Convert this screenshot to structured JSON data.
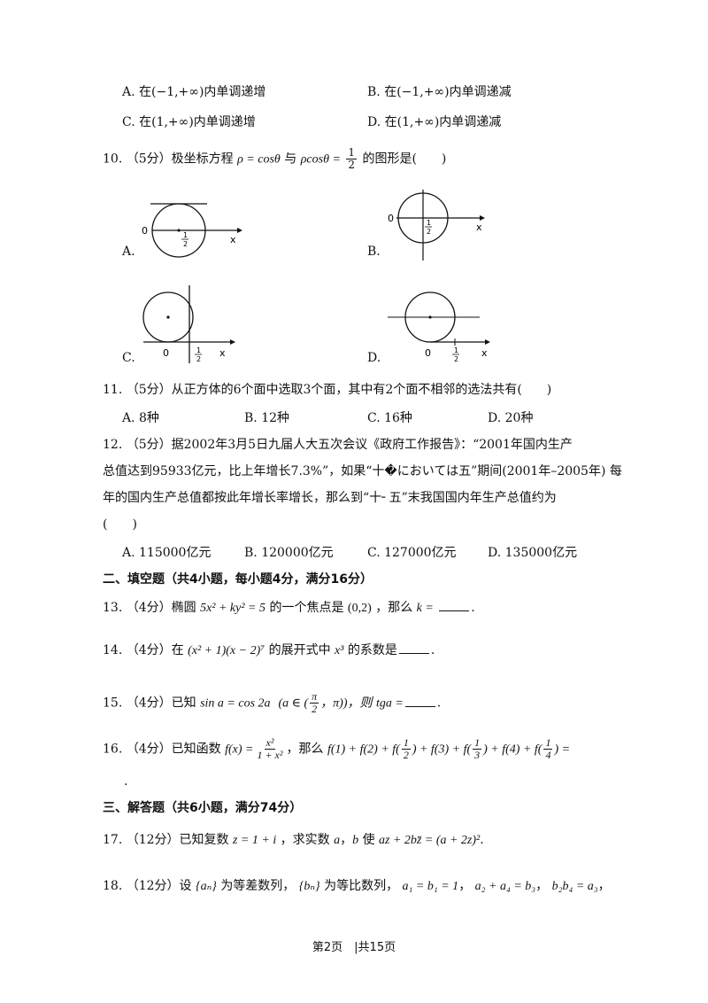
{
  "q9": {
    "optA": "A. 在(−1,+∞)内单调递增",
    "optB": "B. 在(−1,+∞)内单调递减",
    "optC": "C. 在(1,+∞)内单调递增",
    "optD": "D. 在(1,+∞)内单调递减"
  },
  "q10": {
    "stem_prefix": "10. （5分）极坐标方程",
    "eq1": "ρ = cosθ",
    "mid": "与",
    "eq2": "ρcosθ =",
    "half_num": "1",
    "half_den": "2",
    "stem_suffix": "的图形是(　　)",
    "labels": {
      "A": "A.",
      "B": "B.",
      "C": "C.",
      "D": "D."
    },
    "fig_text": {
      "origin": "0",
      "axis_x": "x",
      "frac_num": "1",
      "frac_den": "2"
    }
  },
  "q11": {
    "stem": "11. （5分）从正方体的6个面中选取3个面，其中有2个面不相邻的选法共有(　　)",
    "optA": "A. 8种",
    "optB": "B. 12种",
    "optC": "C. 16种",
    "optD": "D. 20种"
  },
  "q12": {
    "line1": "12. （5分）据2002年3月5日九届人大五次会议《政府工作报告》：“2001年国内生产",
    "line2": "总值达到95933亿元，比上年增长7.3%”，如果“十�においては五”期间(2001年–2005年) 每",
    "line3": "年的国内生产总值都按此年增长率增长，那么到“十╴五”末我国国内年生产总值约为",
    "line4": "(　　)",
    "optA": "A. 115000亿元",
    "optB": "B. 120000亿元",
    "optC": "C. 127000亿元",
    "optD": "D. 135000亿元"
  },
  "section2": {
    "title": "二、填空题（共4小题，每小题4分，满分16分）"
  },
  "q13": {
    "prefix": "13. （4分）椭圆",
    "eq": "5x² + ky² = 5",
    "mid": "的一个焦点是",
    "point": "(0,2)",
    "suffix1": "，那么",
    "var": "k =",
    "end": "."
  },
  "q14": {
    "prefix": "14. （4分）在",
    "expr": "(x² + 1)(x − 2)⁷",
    "mid": "的展开式中",
    "term": "x³",
    "suffix": "的系数是",
    "end": "."
  },
  "q15": {
    "prefix": "15. （4分）已知",
    "eq": "sin a = cos 2a",
    "cond_prefix": "(a ∈ (",
    "pi_num": "π",
    "pi_den": "2",
    "cond_suffix": "，π))，则",
    "var": "tga =",
    "end": "."
  },
  "q16": {
    "prefix": "16. （4分）已知函数",
    "fx": "f(x) =",
    "f_num": "x²",
    "f_den": "1 + x²",
    "mid": "，那么",
    "sum": "f(1) + f(2) + f(",
    "n1": "1",
    "d1": "2",
    "s2": ") + f(3) + f(",
    "n2": "1",
    "d2": "3",
    "s3": ") + f(4) + f(",
    "n3": "1",
    "d3": "4",
    "s4": ") =",
    "dot": "."
  },
  "section3": {
    "title": "三、解答题（共6小题，满分74分）"
  },
  "q17": {
    "prefix": "17. （12分）已知复数",
    "z": "z = 1 + i",
    "mid": "，求实数",
    "a": "a",
    "comma": "，",
    "b": "b",
    "use": "使",
    "eq": "az + 2bz̄ = (a + 2z)²",
    "end": "."
  },
  "q18": {
    "prefix": "18. （12分）设",
    "an": "{aₙ}",
    "t1": "为等差数列，",
    "bn": "{bₙ}",
    "t2": "为等比数列，",
    "c1": "a₁ = b₁ = 1",
    "c2": "a₂ + a₄ = b₃",
    "c3": "b₂b₄ = a₃",
    "sep": "，"
  },
  "footer": {
    "text": "第2页　|共15页"
  }
}
